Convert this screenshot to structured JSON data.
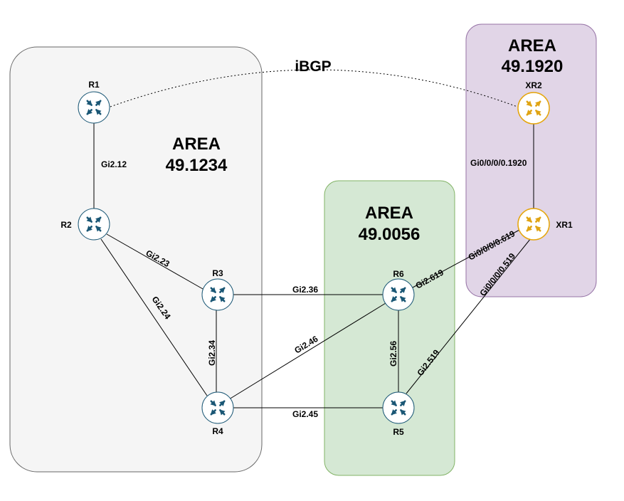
{
  "colors": {
    "area_49_1234_fill": "#f5f5f5",
    "area_49_1234_stroke": "#666666",
    "area_49_0056_fill": "#d5e8d4",
    "area_49_0056_stroke": "#82b366",
    "area_49_1920_fill": "#e1d5e7",
    "area_49_1920_stroke": "#9673a6",
    "cisco_router_arrow": "#1a5775",
    "xr_router_arrow": "#e0a413",
    "xr_router_ring": "#e5a50a"
  },
  "areas": {
    "a1234": {
      "line1": "AREA",
      "line2": "49.1234"
    },
    "a0056": {
      "line1": "AREA",
      "line2": "49.0056"
    },
    "a1920": {
      "line1": "AREA",
      "line2": "49.1920"
    }
  },
  "routers": {
    "R1": {
      "label": "R1",
      "icon": "cisco-router-icon"
    },
    "R2": {
      "label": "R2",
      "icon": "cisco-router-icon"
    },
    "R3": {
      "label": "R3",
      "icon": "cisco-router-icon"
    },
    "R4": {
      "label": "R4",
      "icon": "cisco-router-icon"
    },
    "R5": {
      "label": "R5",
      "icon": "cisco-router-icon"
    },
    "R6": {
      "label": "R6",
      "icon": "cisco-router-icon"
    },
    "XR1": {
      "label": "XR1",
      "icon": "xr-router-icon"
    },
    "XR2": {
      "label": "XR2",
      "icon": "xr-router-icon"
    }
  },
  "links": {
    "r1_r2": "Gi2.12",
    "r2_r3": "Gi2.23",
    "r2_r4": "Gi2.24",
    "r3_r4": "Gi2.34",
    "r3_r6": "Gi2.36",
    "r4_r6": "Gi2.46",
    "r4_r5": "Gi2.45",
    "r5_r6": "Gi2.56",
    "r6_xr1": "Gi2.619",
    "r6_xr1_far": "Gi0/0/0/0.619",
    "r5_xr1": "Gi2.519",
    "r5_xr1_far": "Gi0/0/0/0.519",
    "xr1_xr2": "Gi0/0/0/0.1920"
  },
  "sessions": {
    "r1_xr2": "iBGP"
  }
}
